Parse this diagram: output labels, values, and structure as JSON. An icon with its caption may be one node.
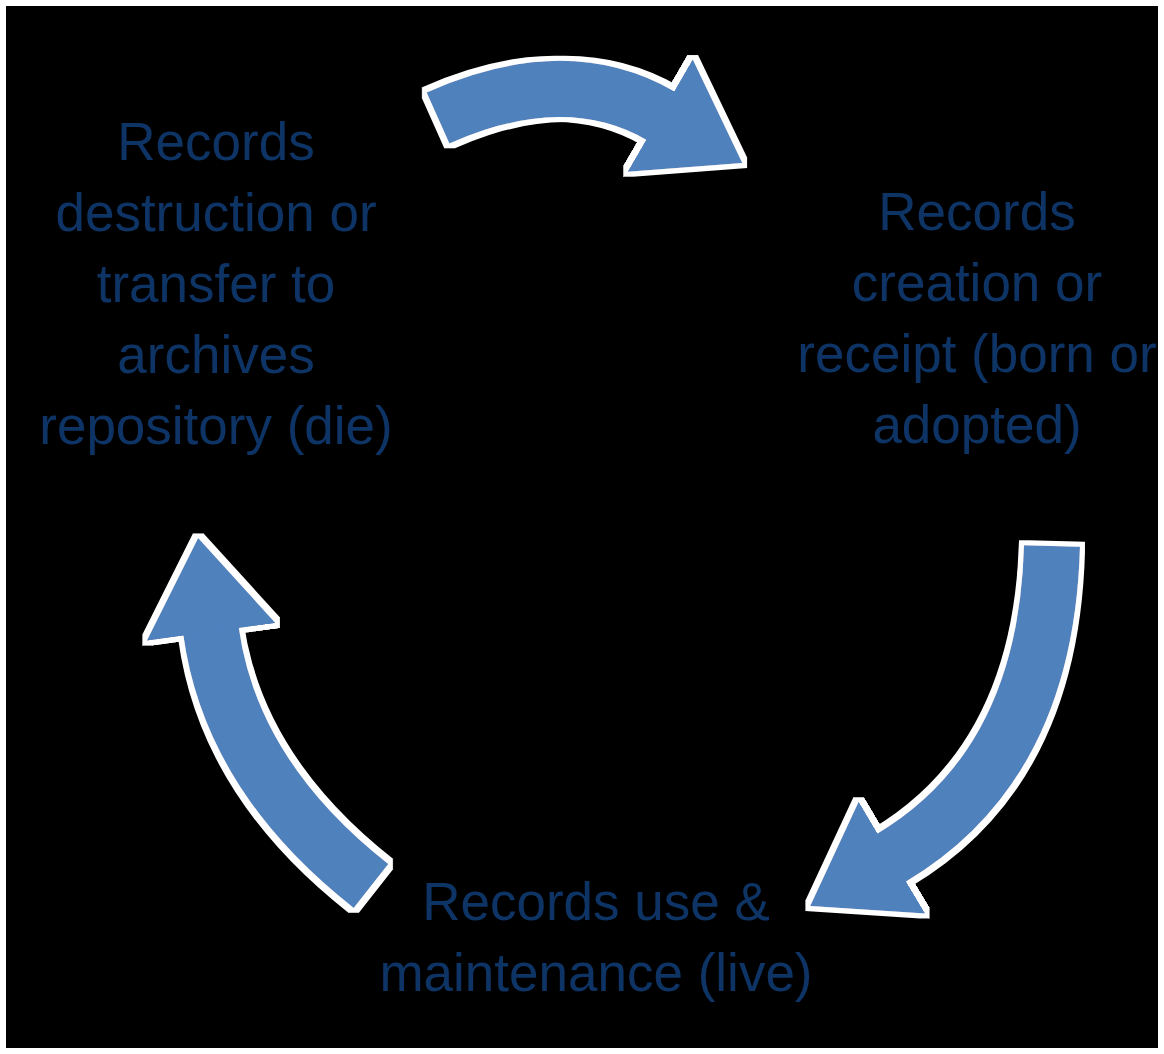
{
  "diagram": {
    "nodes": [
      {
        "text": [
          "Records destruction or transfer to archives repository (die)"
        ]
      },
      {
        "text": [
          "Records creation or receipt (born or adopted)"
        ]
      },
      {
        "text": [
          "Records use & maintenance (live)"
        ]
      }
    ],
    "edges": [
      {
        "from": 0,
        "to": 1,
        "arrow": "to"
      },
      {
        "from": 1,
        "to": 2,
        "arrow": "to"
      },
      {
        "from": 2,
        "to": 0,
        "arrow": "to"
      }
    ]
  }
}
